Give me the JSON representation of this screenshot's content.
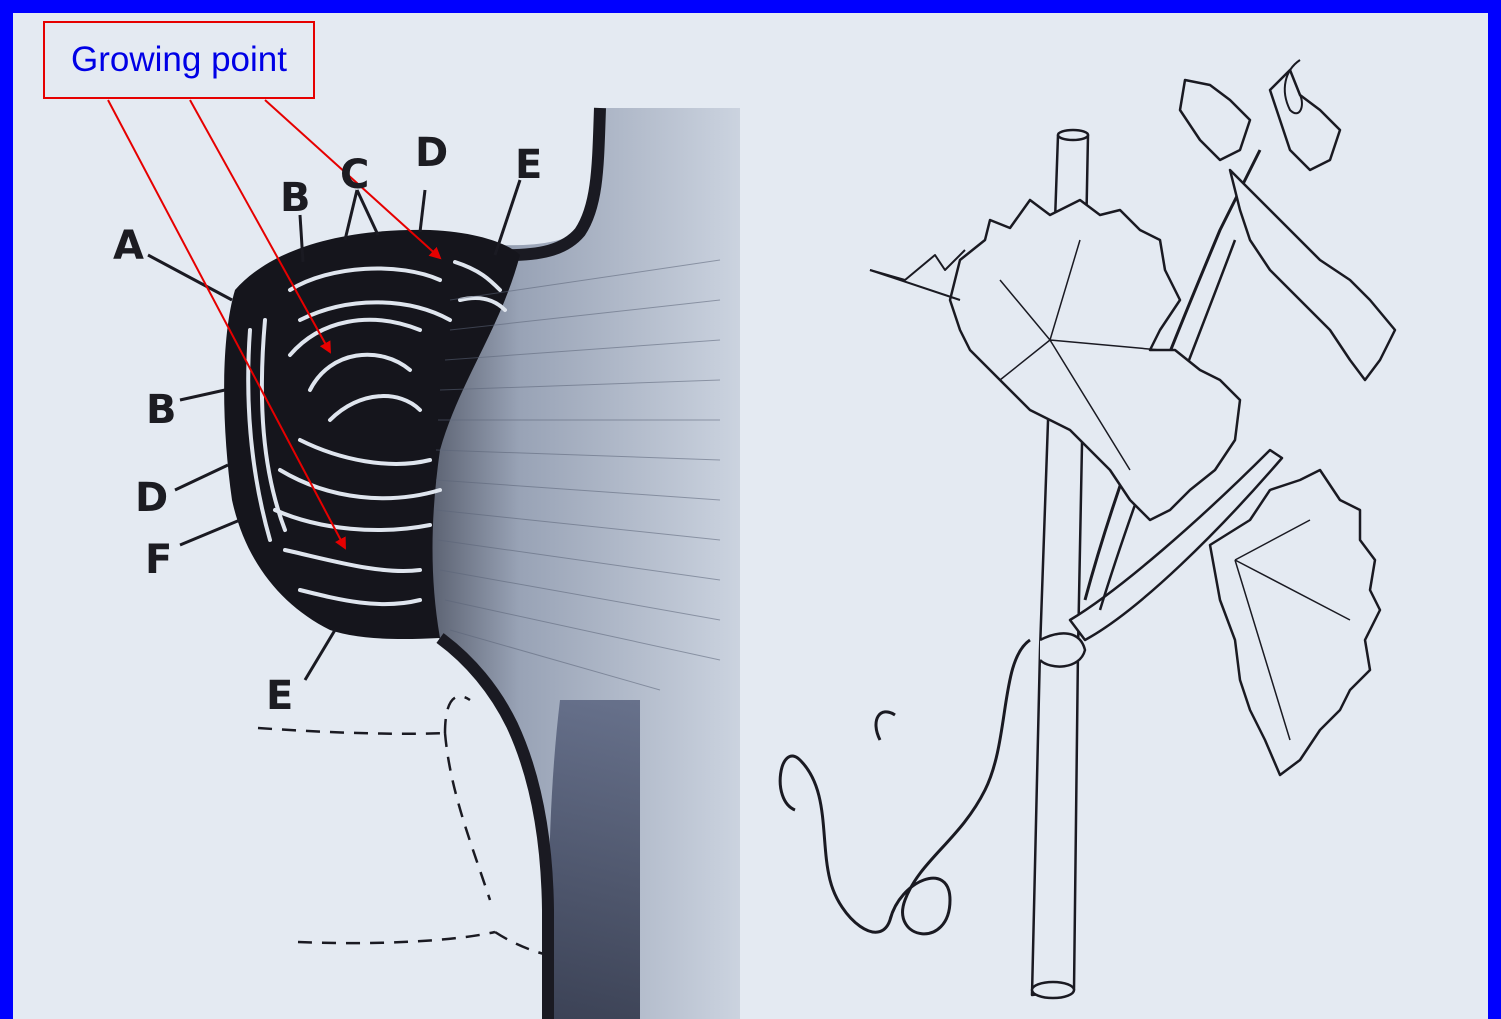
{
  "callout": {
    "text": "Growing point",
    "border_color": "#e60000",
    "text_color": "#0000e6"
  },
  "labels": {
    "a": "A",
    "b_top": "B",
    "c": "C",
    "d_top": "D",
    "e_top": "E",
    "b_left": "B",
    "d_left": "D",
    "f": "F",
    "e_bottom": "E"
  },
  "colors": {
    "frame": "#0000ff",
    "background": "#e4eaf2",
    "ink": "#1c1c22",
    "arrow": "#e60000"
  }
}
